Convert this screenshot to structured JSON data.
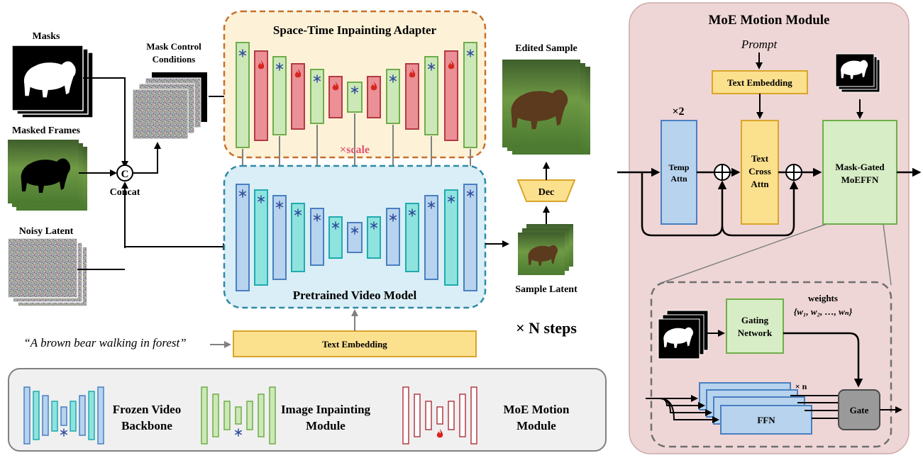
{
  "labels": {
    "masks": "Masks",
    "masked_frames": "Masked Frames",
    "noisy_latent": "Noisy Latent",
    "mask_control_line1": "Mask Control",
    "mask_control_line2": "Conditions",
    "concat_symbol": "C",
    "concat": "Concat",
    "adapter_title": "Space-Time Inpainting Adapter",
    "scale": "×scale",
    "pretrained_title": "Pretrained Video Model",
    "edited_sample": "Edited Sample",
    "dec": "Dec",
    "sample_latent": "Sample Latent",
    "n_steps": "× N steps",
    "prompt_text": "“A brown bear walking in forest”",
    "text_embedding": "Text Embedding"
  },
  "legend": {
    "frozen_line1": "Frozen Video",
    "frozen_line2": "Backbone",
    "inpaint_line1": "Image Inpainting",
    "inpaint_line2": "Module",
    "moe_line1": "MoE Motion",
    "moe_line2": "Module"
  },
  "moe": {
    "title": "MoE Motion Module",
    "prompt": "Prompt",
    "text_embedding": "Text Embedding",
    "x2": "×2",
    "temp_line1": "Temp",
    "temp_line2": "Attn",
    "cross_line1": "Text",
    "cross_line2": "Cross",
    "cross_line3": "Attn",
    "mask_gated_line1": "Mask-Gated",
    "mask_gated_line2": "MoEFFN",
    "weights": "weights",
    "weights_set": "{w₁, w₂, …, wₙ}",
    "gating_line1": "Gating",
    "gating_line2": "Network",
    "xn": "× n",
    "ffn": "FFN",
    "gate": "Gate"
  },
  "colors": {
    "frozen_blue_fill": "#b7d3ee",
    "frozen_blue_stroke": "#4a7fc0",
    "frozen_cyan_fill": "#8fe3df",
    "frozen_cyan_stroke": "#21aab0",
    "inpaint_green_fill": "#cde8b8",
    "inpaint_green_stroke": "#6fae4a",
    "moe_red_fill": "#ea9096",
    "moe_red_stroke": "#b33b43",
    "adapter_bg": "#fdf2d8",
    "adapter_border": "#c8702a",
    "pretrained_bg": "#d9eef6",
    "pretrained_border": "#2e8aa5",
    "text_embed_fill": "#fbe08e",
    "text_embed_stroke": "#d9a52a",
    "moe_panel_bg": "#efd6d6",
    "scale_pink": "#e05575"
  },
  "icons": [
    "snowflake-icon",
    "flame-icon",
    "bear-mask-icon",
    "bear-photo-icon",
    "noise-icon",
    "concat-icon",
    "plus-circle-icon"
  ]
}
